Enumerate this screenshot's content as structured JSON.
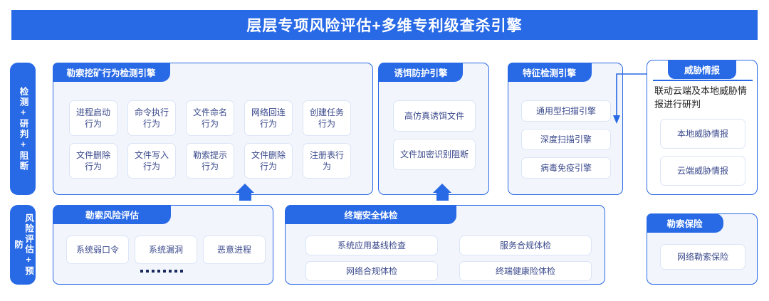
{
  "title": {
    "text": "层层专项风险评估+多维专利级查杀引擎"
  },
  "stages": [
    {
      "id": "detect",
      "label": "检测+研判+阻断"
    },
    {
      "id": "risk",
      "label": "风险评估+预防"
    }
  ],
  "colors": {
    "brand_blue": "#2869e6",
    "panel_bg": "#f2f5fb",
    "chip_border": "#dbe5f7",
    "chip_text": "#3b4a8c"
  },
  "panels": {
    "ransom_mining_detection": {
      "header": "勒索挖矿行为检测引擎",
      "items": [
        "进程启动行为",
        "命令执行行为",
        "文件命名行为",
        "网络回连行为",
        "创建任务行为",
        "文件删除行为",
        "文件写入行为",
        "勒索提示行为",
        "文件删除行为",
        "注册表行为"
      ]
    },
    "decoy_protection": {
      "header": "诱饵防护引擎",
      "items": [
        "高仿真诱饵文件",
        "文件加密识别阻断"
      ]
    },
    "signature_detection": {
      "header": "特征检测引擎",
      "items": [
        "通用型扫描引擎",
        "深度扫描引擎",
        "病毒免疫引擎"
      ]
    },
    "threat_intelligence": {
      "header": "威胁情报",
      "note": "联动云端及本地威胁情\n报进行研判",
      "items": [
        "本地威胁情报",
        "云端威胁情报"
      ]
    },
    "ransom_risk_assessment": {
      "header": "勒索风险评估",
      "items": [
        "系统弱口令",
        "系统漏洞",
        "恶意进程"
      ],
      "ellipsis_dot_count": 8
    },
    "endpoint_security_checkup": {
      "header": "终端安全体检",
      "items": [
        "系统应用基线检查",
        "服务合规体检",
        "网络合规体检",
        "终端健康险体检"
      ]
    },
    "ransom_insurance": {
      "header": "勒索保险",
      "items": [
        "网络勒索保险"
      ]
    }
  }
}
